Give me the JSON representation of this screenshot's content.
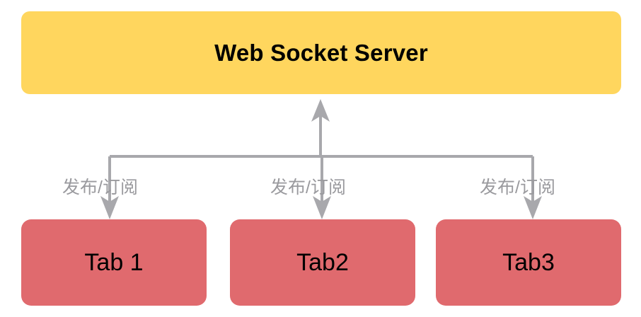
{
  "diagram": {
    "title_node": {
      "label": "Web Socket Server",
      "fill": "#FFD65E",
      "text_color": "#000000"
    },
    "clients": [
      {
        "id": "tab-1",
        "label": "Tab 1",
        "fill": "#E06A6E"
      },
      {
        "id": "tab-2",
        "label": "Tab2",
        "fill": "#E06A6E"
      },
      {
        "id": "tab-3",
        "label": "Tab3",
        "fill": "#E06A6E"
      }
    ],
    "edges": [
      {
        "id": "edge-left",
        "label": "发布/订阅",
        "color": "#a8a8ac",
        "direction": "down"
      },
      {
        "id": "edge-middle",
        "label": "发布/订阅",
        "color": "#a8a8ac",
        "direction": "down"
      },
      {
        "id": "edge-right",
        "label": "发布/订阅",
        "color": "#a8a8ac",
        "direction": "down"
      }
    ],
    "uplink": {
      "id": "edge-uplink",
      "direction": "up",
      "color": "#a8a8ac"
    },
    "palette": {
      "background": "#ffffff",
      "server_fill": "#FFD65E",
      "client_fill": "#E06A6E",
      "connector": "#a8a8ac",
      "label_text": "#9a9a9e"
    }
  }
}
